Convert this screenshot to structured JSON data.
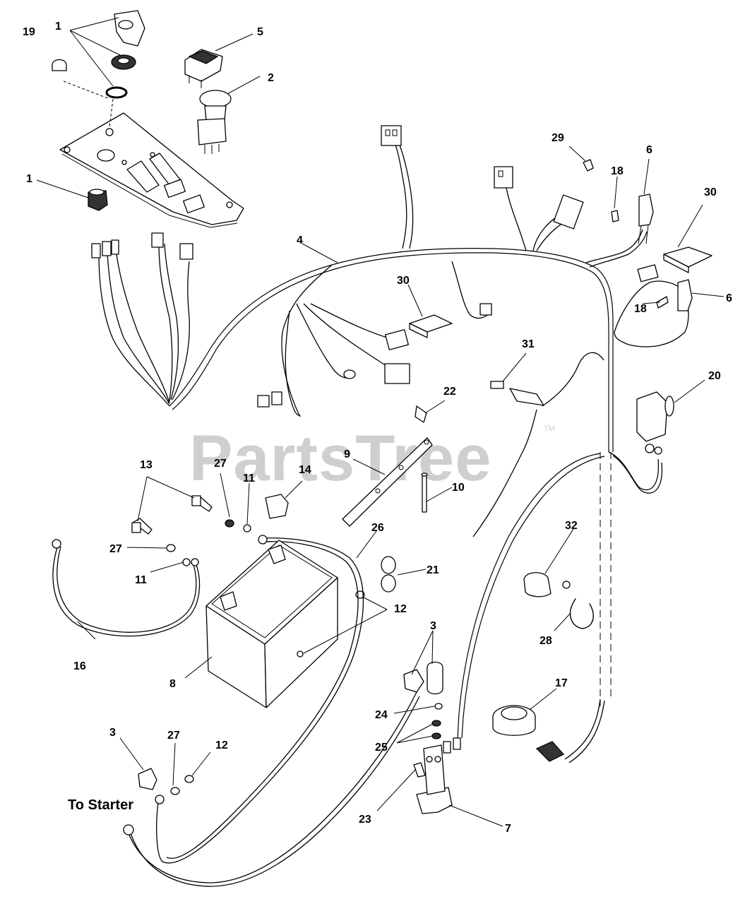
{
  "watermark": {
    "text": "PartsTree",
    "trademark": "TM"
  },
  "caption": {
    "to_starter": "To Starter"
  },
  "callouts": [
    {
      "key": "c1a",
      "text": "1"
    },
    {
      "key": "c1b",
      "text": "1"
    },
    {
      "key": "c2",
      "text": "2"
    },
    {
      "key": "c3a",
      "text": "3"
    },
    {
      "key": "c3b",
      "text": "3"
    },
    {
      "key": "c4",
      "text": "4"
    },
    {
      "key": "c5",
      "text": "5"
    },
    {
      "key": "c6a",
      "text": "6"
    },
    {
      "key": "c6b",
      "text": "6"
    },
    {
      "key": "c7",
      "text": "7"
    },
    {
      "key": "c8",
      "text": "8"
    },
    {
      "key": "c9",
      "text": "9"
    },
    {
      "key": "c10",
      "text": "10"
    },
    {
      "key": "c11a",
      "text": "11"
    },
    {
      "key": "c11b",
      "text": "11"
    },
    {
      "key": "c12a",
      "text": "12"
    },
    {
      "key": "c12b",
      "text": "12"
    },
    {
      "key": "c13",
      "text": "13"
    },
    {
      "key": "c14",
      "text": "14"
    },
    {
      "key": "c16",
      "text": "16"
    },
    {
      "key": "c17",
      "text": "17"
    },
    {
      "key": "c18a",
      "text": "18"
    },
    {
      "key": "c18b",
      "text": "18"
    },
    {
      "key": "c19",
      "text": "19"
    },
    {
      "key": "c20",
      "text": "20"
    },
    {
      "key": "c21",
      "text": "21"
    },
    {
      "key": "c22",
      "text": "22"
    },
    {
      "key": "c23",
      "text": "23"
    },
    {
      "key": "c24",
      "text": "24"
    },
    {
      "key": "c25",
      "text": "25"
    },
    {
      "key": "c26",
      "text": "26"
    },
    {
      "key": "c27a",
      "text": "27"
    },
    {
      "key": "c27b",
      "text": "27"
    },
    {
      "key": "c27c",
      "text": "27"
    },
    {
      "key": "c28",
      "text": "28"
    },
    {
      "key": "c29",
      "text": "29"
    },
    {
      "key": "c30a",
      "text": "30"
    },
    {
      "key": "c30b",
      "text": "30"
    },
    {
      "key": "c31",
      "text": "31"
    },
    {
      "key": "c32",
      "text": "32"
    }
  ]
}
